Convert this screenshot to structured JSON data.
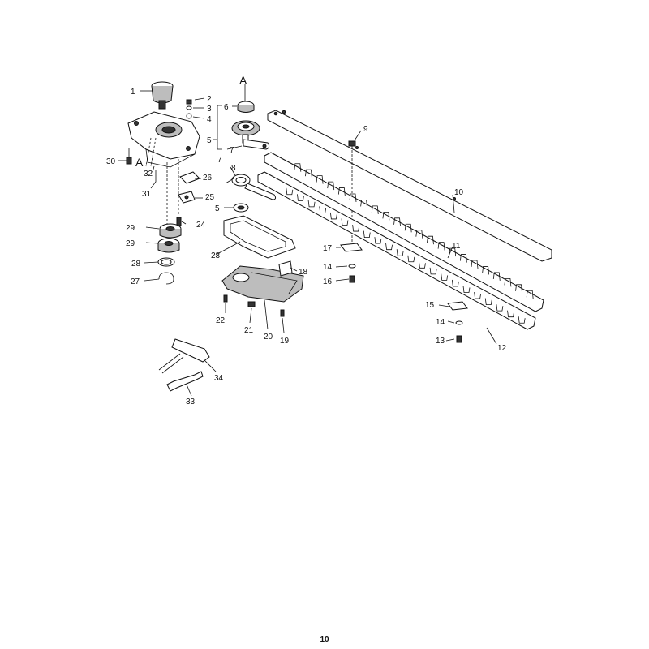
{
  "diagram": {
    "section_markers": {
      "upper": "A",
      "lower": "A"
    },
    "callouts": {
      "p1": "1",
      "p2": "2",
      "p3": "3",
      "p4": "4",
      "p5a": "5",
      "p5b": "5",
      "p6": "6",
      "p7a": "7",
      "p7b": "7",
      "p8": "8",
      "p9": "9",
      "p10": "10",
      "p11": "11",
      "p12": "12",
      "p13": "13",
      "p14a": "14",
      "p14b": "14",
      "p15": "15",
      "p16": "16",
      "p17": "17",
      "p18": "18",
      "p19": "19",
      "p20": "20",
      "p21": "21",
      "p22": "22",
      "p23": "23",
      "p24": "24",
      "p25": "25",
      "p26": "26",
      "p27": "27",
      "p28": "28",
      "p29a": "29",
      "p29b": "29",
      "p30": "30",
      "p31": "31",
      "p32": "32",
      "p33": "33",
      "p34": "34"
    }
  },
  "page_number": "10"
}
